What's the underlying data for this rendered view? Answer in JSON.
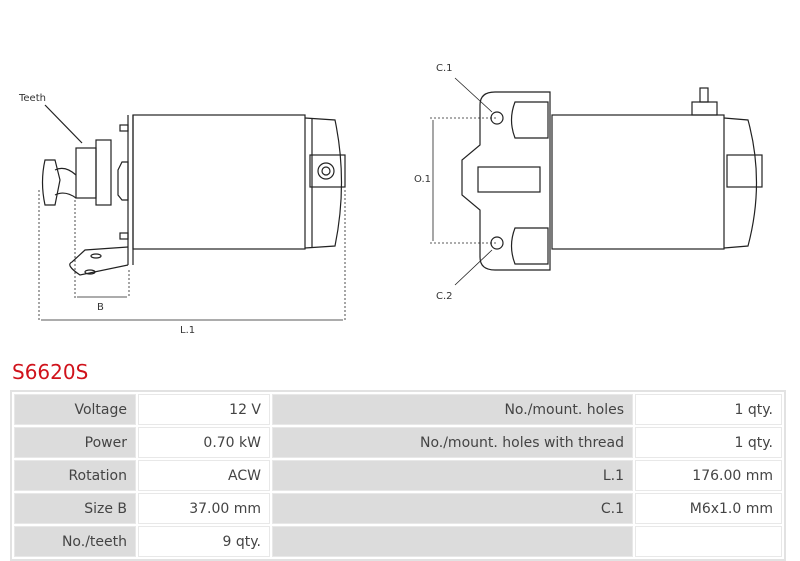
{
  "product": {
    "code": "S6620S"
  },
  "drawing": {
    "labels": {
      "teeth": "Teeth",
      "b": "B",
      "l1": "L.1",
      "c1": "C.1",
      "c2": "C.2",
      "o1": "O.1"
    }
  },
  "specs": {
    "rows": [
      {
        "l1": "Voltage",
        "v1": "12 V",
        "l2": "No./mount. holes",
        "v2": "1 qty."
      },
      {
        "l1": "Power",
        "v1": "0.70 kW",
        "l2": "No./mount. holes with thread",
        "v2": "1 qty."
      },
      {
        "l1": "Rotation",
        "v1": "ACW",
        "l2": "L.1",
        "v2": "176.00 mm"
      },
      {
        "l1": "Size B",
        "v1": "37.00 mm",
        "l2": "C.1",
        "v2": "M6x1.0 mm"
      },
      {
        "l1": "No./teeth",
        "v1": "9 qty.",
        "l2": "",
        "v2": ""
      }
    ]
  },
  "colors": {
    "title": "#d0121b",
    "label_bg": "#dcdcdc"
  }
}
